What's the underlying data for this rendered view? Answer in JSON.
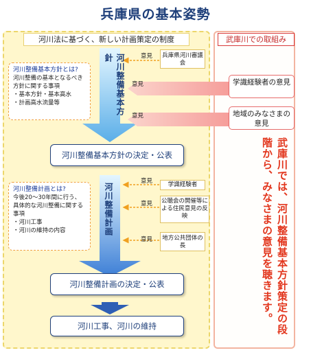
{
  "title": "兵庫県の基本姿勢",
  "main_header": "河川法に基づく、新しい計画策定の制度",
  "side_header": "武庫川での取組み",
  "side_text": "武庫川では、河川整備基本方針策定の段階から、みなさまの意見を聴きます。",
  "arrow1_text": "河川整備基本方針",
  "arrow2_text": "河川整備計画",
  "decision1": "河川整備基本方針の決定・公表",
  "decision2": "河川整備計画の決定・公表",
  "decision3": "河川工事、河川の維持",
  "info1": {
    "title": "河川整備基本方針とは?",
    "desc": "河川整備の基本となるべき方針に関する事項",
    "bullets": [
      "・基本方針・基本高水",
      "・計画高水流量等"
    ]
  },
  "info2": {
    "title": "河川整備計画とは?",
    "desc": "今後20～30年間に行う、具体的な河川整備に関する事項",
    "bullets": [
      "・河川工事",
      "・河川の維持の内容"
    ]
  },
  "opinion_label": "意見",
  "boxes": {
    "council": "兵庫県河川審議会",
    "experts": "学識経験者",
    "hearings": "公聴会の開催等による住民意見の反映",
    "local_gov": "地方公共団体の長"
  },
  "pink": {
    "experts": "学識経験者の意見",
    "residents": "地域のみなさまの意見"
  },
  "colors": {
    "title": "#1e3f7a",
    "side_text": "#e2351c",
    "main_panel": "#fff7cc",
    "pink_arrow": "#f08a8a"
  }
}
